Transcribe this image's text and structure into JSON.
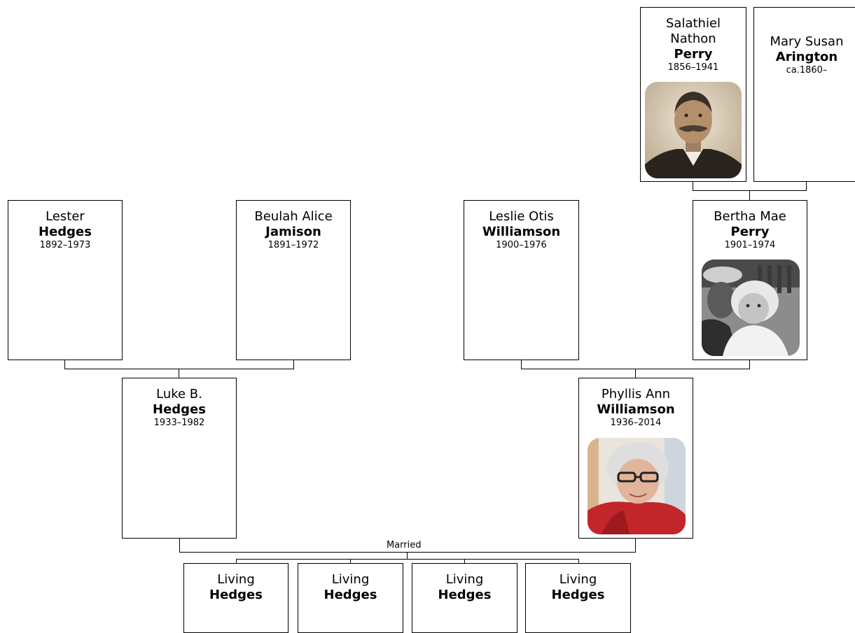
{
  "people": {
    "salathiel": {
      "given1": "Salathiel",
      "given2": "Nathon",
      "surname": "Perry",
      "dates": "1856–1941"
    },
    "mary": {
      "given": "Mary Susan",
      "surname": "Arington",
      "dates": "ca.1860–"
    },
    "lester": {
      "given": "Lester",
      "surname": "Hedges",
      "dates": "1892–1973"
    },
    "beulah": {
      "given": "Beulah Alice",
      "surname": "Jamison",
      "dates": "1891–1972"
    },
    "leslie": {
      "given": "Leslie Otis",
      "surname": "Williamson",
      "dates": "1900–1976"
    },
    "bertha": {
      "given": "Bertha Mae",
      "surname": "Perry",
      "dates": "1901–1974"
    },
    "luke": {
      "given": "Luke B.",
      "surname": "Hedges",
      "dates": "1933–1982"
    },
    "phyllis": {
      "given": "Phyllis Ann",
      "surname": "Williamson",
      "dates": "1936–2014"
    },
    "children": [
      {
        "given": "Living",
        "surname": "Hedges"
      },
      {
        "given": "Living",
        "surname": "Hedges"
      },
      {
        "given": "Living",
        "surname": "Hedges"
      },
      {
        "given": "Living",
        "surname": "Hedges"
      }
    ]
  },
  "labels": {
    "married": "Married"
  }
}
